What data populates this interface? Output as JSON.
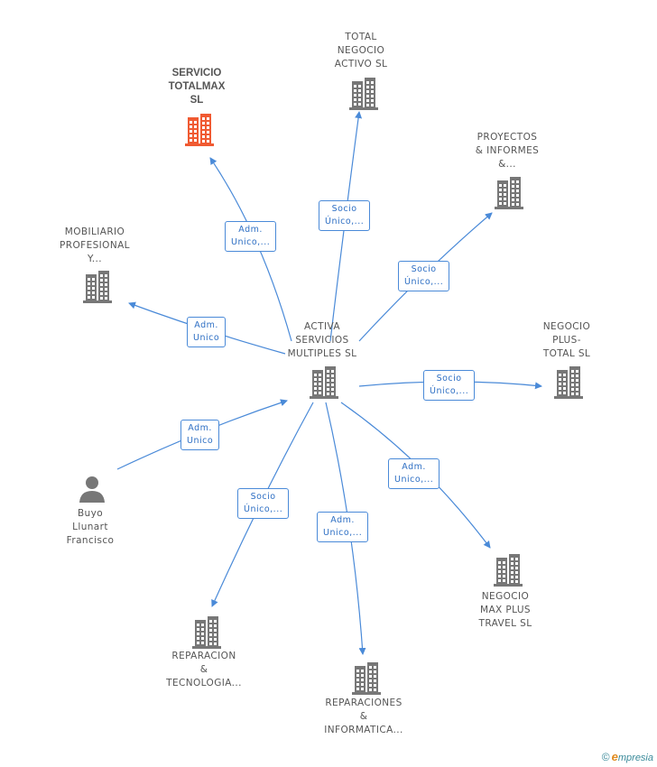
{
  "colors": {
    "edge": "#4a8ad8",
    "building": "#777777",
    "focus_building": "#f05a32",
    "person": "#777777"
  },
  "nodes": {
    "activa": "ACTIVA\nSERVICIOS\nMULTIPLES  SL",
    "servicio": "SERVICIO\nTOTALMAX\nSL",
    "total_negocio": "TOTAL\nNEGOCIO\nACTIVO  SL",
    "proyectos": "PROYECTOS\n& INFORMES\n&...",
    "mobiliario": "MOBILIARIO\nPROFESIONAL\nY...",
    "negocio_plus": "NEGOCIO\nPLUS-\nTOTAL  SL",
    "buyo": "Buyo\nLlunart\nFrancisco",
    "negocio_max": "NEGOCIO\nMAX PLUS\nTRAVEL  SL",
    "reparacion_tec": "REPARACION\n&\nTECNOLOGIA...",
    "reparaciones_inf": "REPARACIONES\n&\nINFORMATICA..."
  },
  "edges": {
    "to_servicio": "Adm.\nUnico,...",
    "to_total_negocio": "Socio\nÚnico,...",
    "to_proyectos": "Socio\nÚnico,...",
    "to_mobiliario": "Adm.\nUnico",
    "to_negocio_plus": "Socio\nÚnico,...",
    "from_buyo": "Adm.\nUnico",
    "to_negocio_max": "Adm.\nUnico,...",
    "to_reparacion_tec": "Socio\nÚnico,...",
    "to_reparaciones_inf": "Adm.\nUnico,..."
  },
  "footer": {
    "copyright": "©",
    "brand_initial": "e",
    "brand_rest": "mpresia"
  }
}
